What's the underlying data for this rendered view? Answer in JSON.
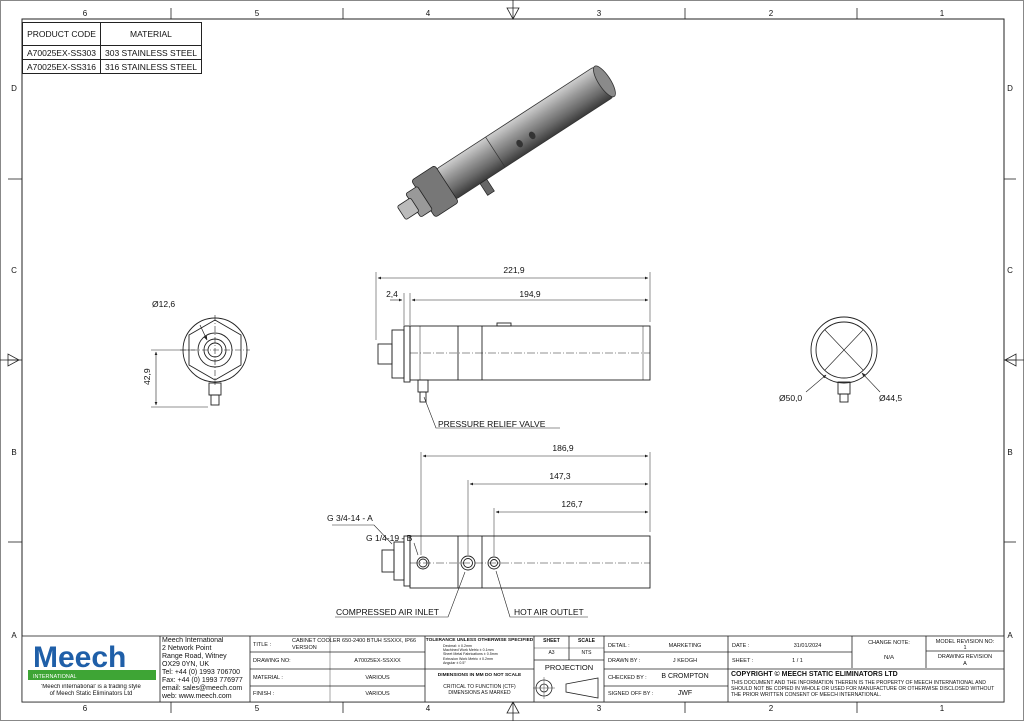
{
  "border": {
    "top_columns": [
      "6",
      "5",
      "4",
      "3",
      "2",
      "1"
    ],
    "bottom_columns": [
      "6",
      "5",
      "4",
      "3",
      "2",
      "1"
    ],
    "left_rows": [
      "D",
      "C",
      "B",
      "A"
    ],
    "right_rows": [
      "D",
      "C",
      "B",
      "A"
    ]
  },
  "product_table": {
    "headers": [
      "PRODUCT CODE",
      "MATERIAL"
    ],
    "rows": [
      [
        "A70025EX-SS303",
        "303 STAINLESS STEEL"
      ],
      [
        "A70025EX-SS316",
        "316 STAINLESS STEEL"
      ]
    ]
  },
  "dimensions": {
    "front_diameter": "Ø12,6",
    "front_height": "42,9",
    "side_total_length": "221,9",
    "side_offset": "2,4",
    "side_body_length": "194,9",
    "bottom_length_1": "186,9",
    "bottom_length_2": "147,3",
    "bottom_length_3": "126,7",
    "end_outer_diameter": "Ø50,0",
    "end_inner_diameter": "Ø44,5"
  },
  "callouts": {
    "pressure_relief_valve": "PRESSURE RELIEF VALVE",
    "thread_a": "G 3/4-14 - A",
    "thread_b": "G 1/4-19 - B",
    "compressed_air_inlet": "COMPRESSED AIR INLET",
    "hot_air_outlet": "HOT AIR OUTLET"
  },
  "title_block": {
    "logo_text": "Meech",
    "logo_sub": "INTERNATIONAL",
    "trading_note": [
      "'Meech international' is a trading style",
      "of Meech Static Eliminators Ltd"
    ],
    "address": [
      "Meech International",
      "2 Network Point",
      "Range Road, Witney",
      "OX29 0YN, UK",
      "Tel:  +44 (0) 1993 706700",
      "Fax: +44 (0) 1993 776977",
      "email:  sales@meech.com",
      "web:  www.meech.com"
    ],
    "title_label": "TITLE :",
    "title_value": [
      "CABINET COOLER 650-2400 BTUH SSXXX, IP66",
      "VERSION"
    ],
    "drawing_no_label": "DRAWING NO:",
    "drawing_no_value": "A70025EX-SSXXX",
    "material_label": "MATERIAL :",
    "material_value": "VARIOUS",
    "finish_label": "FINISH :",
    "finish_value": "VARIOUS",
    "tolerance_heading": "TOLERANCE UNLESS OTHERWISE SPECIFIED",
    "tolerance_lines": [
      "Decimal: ± 0.2mm",
      "Machined Work Metric ± 0.1mm",
      "Sheet Metal Fabrications ± 0.5mm",
      "Extrusion Work Metric ± 0.2mm",
      "Angular ± 0.5°"
    ],
    "dimensions_note": "DIMENSIONS IN MM DO NOT SCALE",
    "ctf_note": [
      "CRITICAL TO FUNCTION (CTF)",
      "DIMENSIONS AS MARKED"
    ],
    "sheet_label": "SHEET",
    "sheet_value": "A3",
    "scale_label": "SCALE",
    "scale_value": "NTS",
    "projection_label": "PROJECTION",
    "detail_label": "DETAIL :",
    "detail_value": "MARKETING",
    "drawn_by_label": "DRAWN BY :",
    "drawn_by_value": "J KEOGH",
    "checked_by_label": "CHECKED BY :",
    "checked_by_value": "B CROMPTON",
    "signed_off_label": "SIGNED OFF BY :",
    "signed_off_value": "JWF",
    "date_label": "DATE :",
    "date_value": "31/01/2024",
    "sheet_no_label": "SHEET :",
    "sheet_no_value": "1 / 1",
    "change_note_label": "CHANGE NOTE:",
    "change_note_value": "N/A",
    "model_rev_label": "MODEL REVISION NO:",
    "model_rev_value": "1",
    "drawing_rev_label": "DRAWING REVISION",
    "drawing_rev_value": "A",
    "copyright_heading": "COPYRIGHT © MEECH STATIC ELIMINATORS LTD",
    "copyright_text": [
      "THIS DOCUMENT AND THE INFORMATION THEREIN IS THE PROPERTY OF MEECH INTERNATIONAL AND",
      "SHOULD NOT BE COPIED IN WHOLE OR USED FOR MANUFACTURE OR OTHERWISE DISCLOSED WITHOUT",
      "THE PRIOR WRITTEN CONSENT OF MEECH INTERNATIONAL."
    ]
  },
  "colors": {
    "logo_blue": "#1f5fa8",
    "logo_green": "#3ea535",
    "line": "#222222"
  }
}
